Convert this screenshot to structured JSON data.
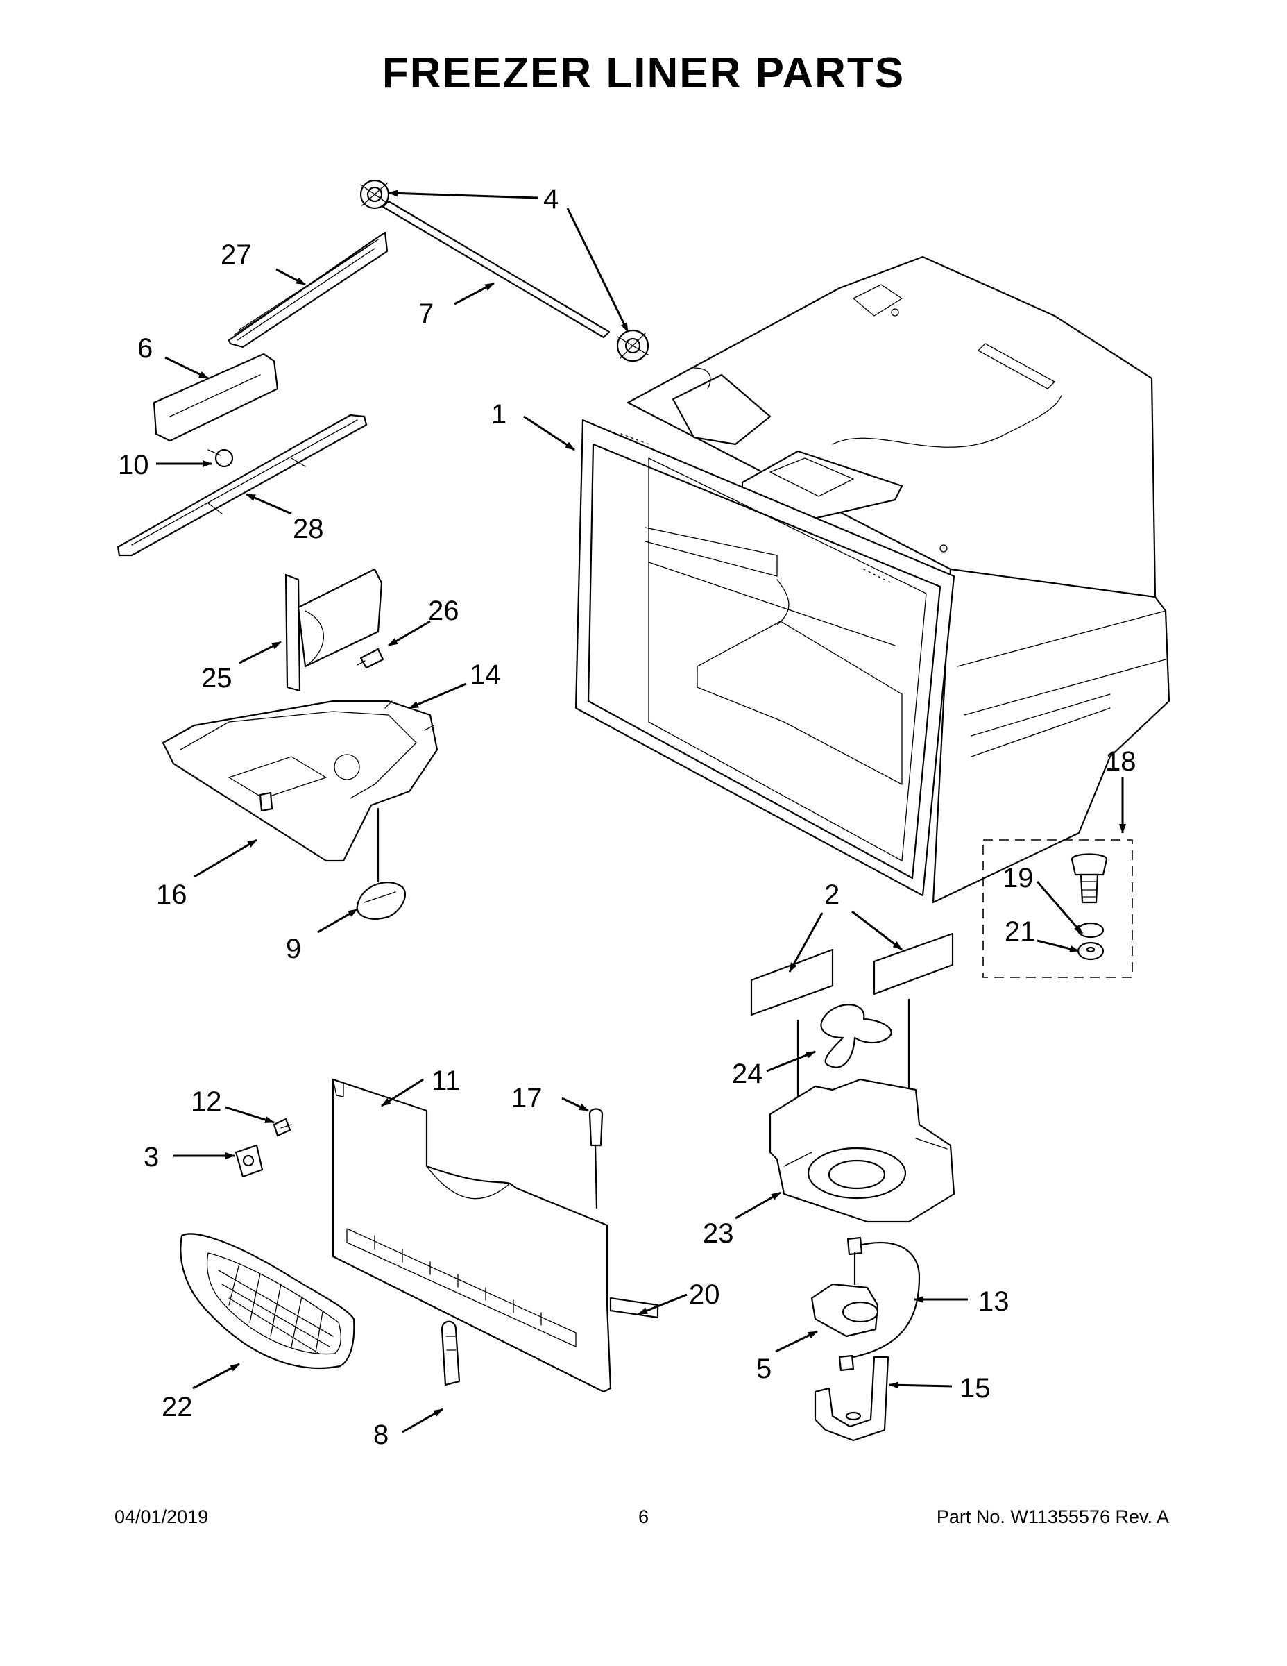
{
  "page": {
    "title": "FREEZER LINER PARTS",
    "date": "04/01/2019",
    "page_number": "6",
    "part_number": "Part No.  W11355576  Rev.  A"
  },
  "callouts": {
    "c1": "1",
    "c2": "2",
    "c3": "3",
    "c4": "4",
    "c5": "5",
    "c6": "6",
    "c7": "7",
    "c8": "8",
    "c9": "9",
    "c10": "10",
    "c11": "11",
    "c12": "12",
    "c13": "13",
    "c14": "14",
    "c15": "15",
    "c16": "16",
    "c17": "17",
    "c18": "18",
    "c19": "19",
    "c20": "20",
    "c21": "21",
    "c22": "22",
    "c23": "23",
    "c24": "24",
    "c25": "25",
    "c26": "26",
    "c27": "27",
    "c28": "28"
  }
}
